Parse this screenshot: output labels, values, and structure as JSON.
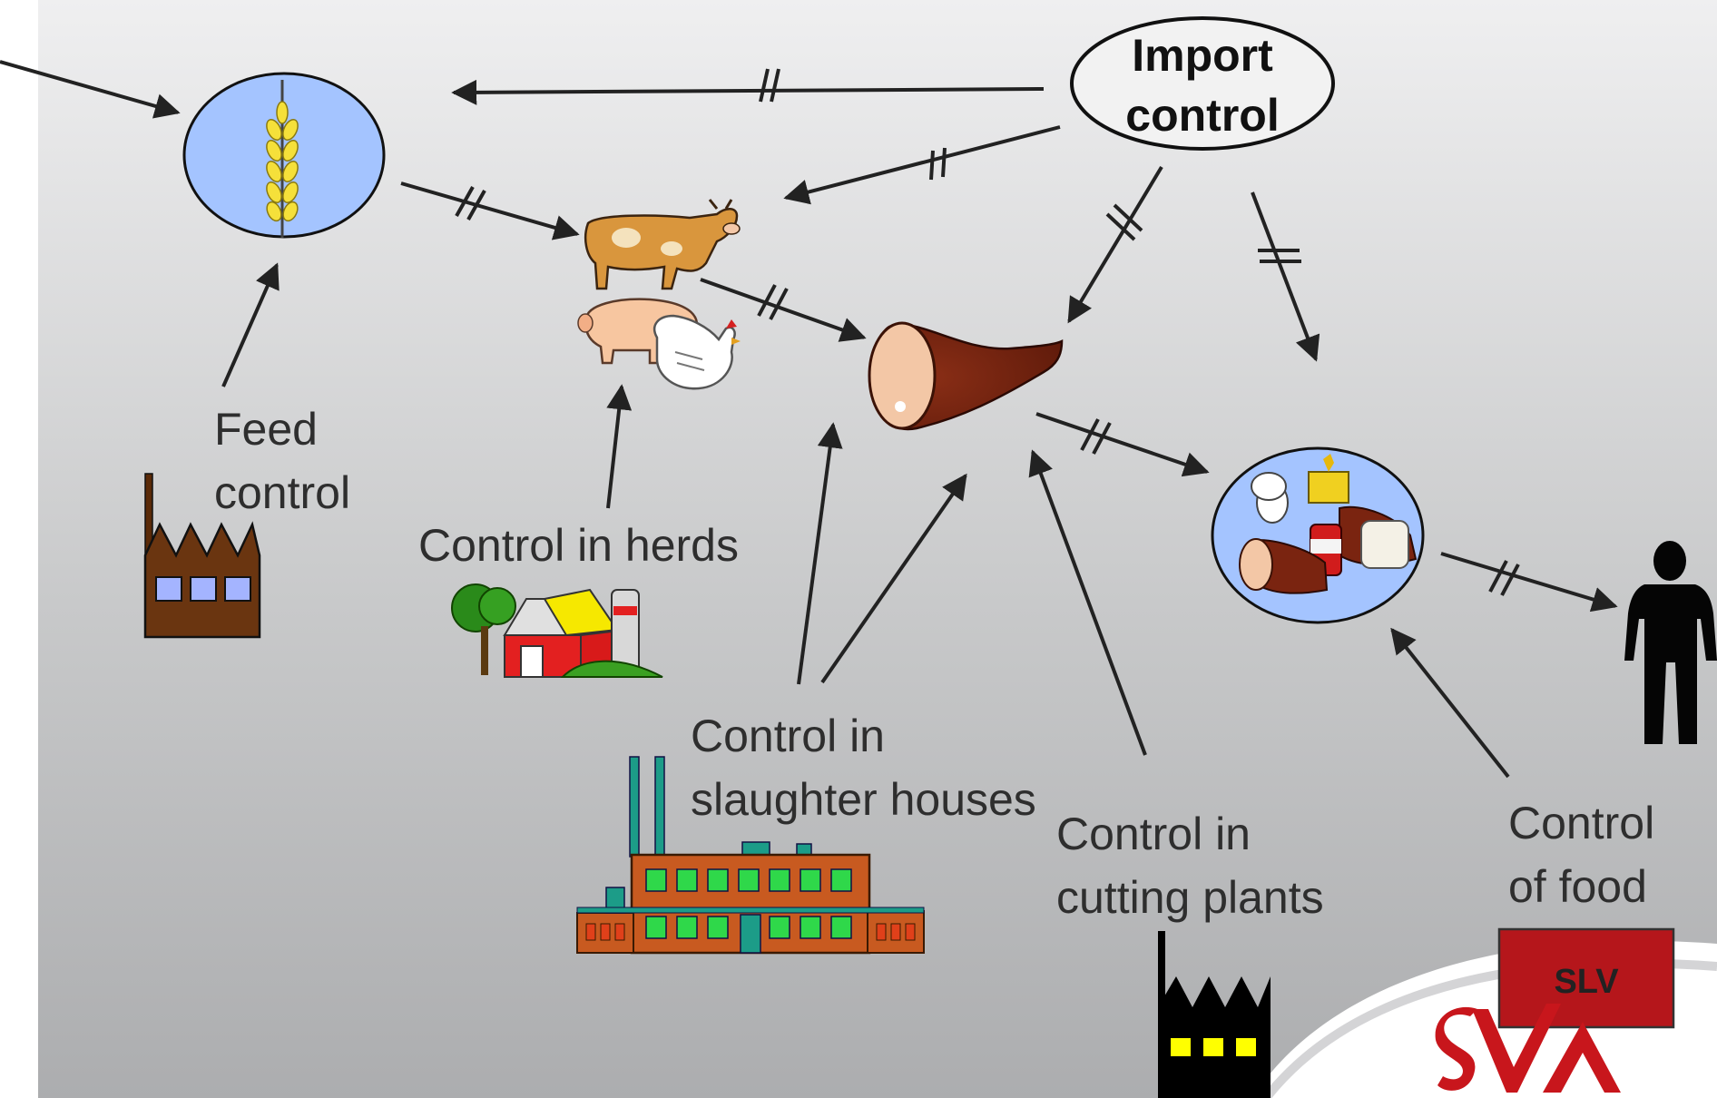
{
  "import_control": {
    "line1": "Import",
    "line2": "control"
  },
  "labels": {
    "feed_control": [
      "Feed",
      "control"
    ],
    "control_in_herds": "Control in herds",
    "slaughter_houses": [
      "Control in",
      "slaughter houses"
    ],
    "cutting_plants": [
      "Control in",
      "cutting plants"
    ],
    "control_of_food": [
      "Control",
      "of food"
    ]
  },
  "logos": {
    "slv": "SLV",
    "sva": "SVA"
  },
  "icons": [
    "wheat-icon",
    "livestock-icon",
    "meat-icon",
    "food-products-icon",
    "person-icon",
    "feed-factory-icon",
    "farm-icon",
    "slaughterhouse-icon",
    "cutting-plant-icon"
  ],
  "colors": {
    "background_top": "#eeeff0",
    "background_bottom": "#aeafb1",
    "circle_fill": "#a4c4ff",
    "meat": "#7a2410",
    "slv_box": "#b5161b",
    "sva": "#c8161c",
    "arrow": "#222222"
  }
}
